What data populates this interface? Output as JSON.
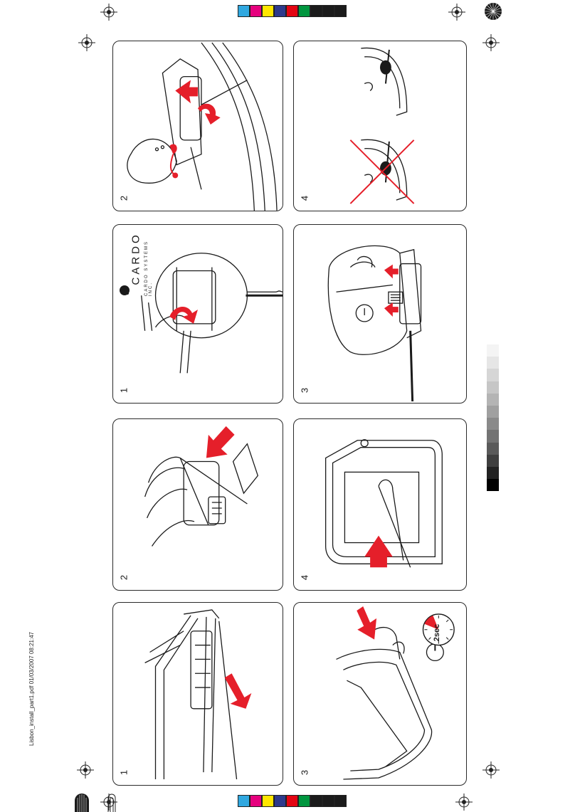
{
  "file_label": "Lisbon_install_part1.pdf   01/03/2007   08:21:47",
  "brand": {
    "name": "CARDO",
    "tagline": "CARDO SYSTEMS INC."
  },
  "panels": [
    {
      "id": "p1",
      "number": "1"
    },
    {
      "id": "p2",
      "number": "2"
    },
    {
      "id": "p3",
      "number": "3"
    },
    {
      "id": "p4",
      "number": "4"
    },
    {
      "id": "p5",
      "number": "1"
    },
    {
      "id": "p6",
      "number": "2"
    },
    {
      "id": "p7",
      "number": "3"
    },
    {
      "id": "p8",
      "number": "4"
    }
  ],
  "timer_label": "2sec",
  "colors": {
    "accent": "#e51f2a",
    "line": "#1a1a1a"
  },
  "color_strip": [
    "#30a8e0",
    "#e6007e",
    "#ffe600",
    "#2e3a8c",
    "#e30613",
    "#00963f",
    "#1b1b1b",
    "#1b1b1b",
    "#1b1b1b"
  ],
  "gray_scale": [
    "#f4f4f4",
    "#e6e6e6",
    "#d6d6d6",
    "#c6c6c6",
    "#b4b4b4",
    "#a0a0a0",
    "#8a8a8a",
    "#737373",
    "#5a5a5a",
    "#3f3f3f",
    "#222222",
    "#000000"
  ]
}
